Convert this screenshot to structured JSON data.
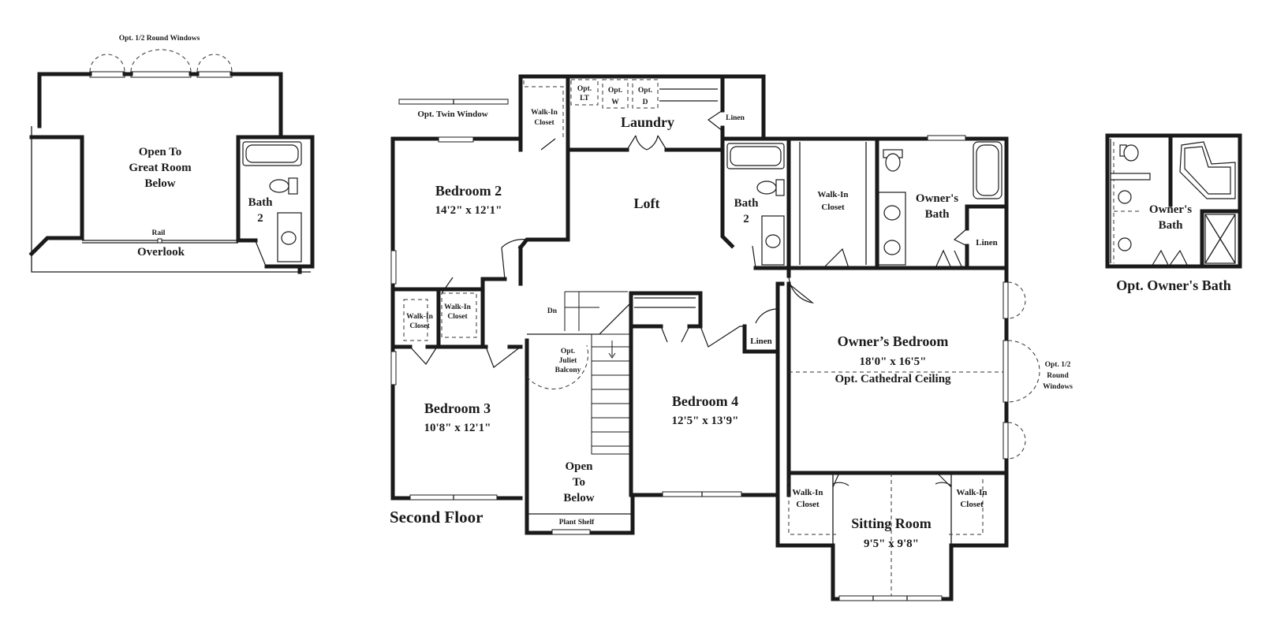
{
  "plan_title": "Second Floor",
  "option_label": "Opt. Owner's Bath",
  "rooms": {
    "loft": "Loft",
    "laundry": "Laundry",
    "bedroom2": {
      "name": "Bedroom 2",
      "dims": "14'2\" x 12'1\""
    },
    "bedroom3": {
      "name": "Bedroom 3",
      "dims": "10'8\" x 12'1\""
    },
    "bedroom4": {
      "name": "Bedroom 4",
      "dims": "12'5\" x 13'9\""
    },
    "owners_bedroom": {
      "name": "Owner’s Bedroom",
      "dims": "18'0\" x 16'5\"",
      "note": "Opt. Cathedral Ceiling"
    },
    "sitting_room": {
      "name": "Sitting Room",
      "dims": "9'5\" x 9'8\""
    },
    "owners_bath": {
      "line1": "Owner's",
      "line2": "Bath"
    },
    "alt_owners_bath": {
      "line1": "Owner's",
      "line2": "Bath"
    },
    "bath2_main": {
      "line1": "Bath",
      "line2": "2"
    },
    "bath2_alt": {
      "line1": "Bath",
      "line2": "2"
    },
    "open_below": {
      "line1": "Open",
      "line2": "To",
      "line3": "Below"
    },
    "open_great_room": {
      "line1": "Open To",
      "line2": "Great Room",
      "line3": "Below"
    }
  },
  "labels": {
    "walk_in": "Walk-In",
    "closet": "Closet",
    "linen": "Linen",
    "opt_lt_1": "Opt.",
    "opt_lt_2": "LT",
    "opt_w_1": "Opt.",
    "opt_w_2": "W",
    "opt_d_1": "Opt.",
    "opt_d_2": "D",
    "twin_window": "Opt. Twin Window",
    "round_windows_top": "Opt. 1/2 Round Windows",
    "round_windows_right_1": "Opt. 1/2",
    "round_windows_right_2": "Round",
    "round_windows_right_3": "Windows",
    "juliet_1": "Opt.",
    "juliet_2": "Juliet",
    "juliet_3": "Balcony",
    "down": "Dn",
    "plant_shelf": "Plant Shelf",
    "rail": "Rail",
    "overlook": "Overlook"
  }
}
